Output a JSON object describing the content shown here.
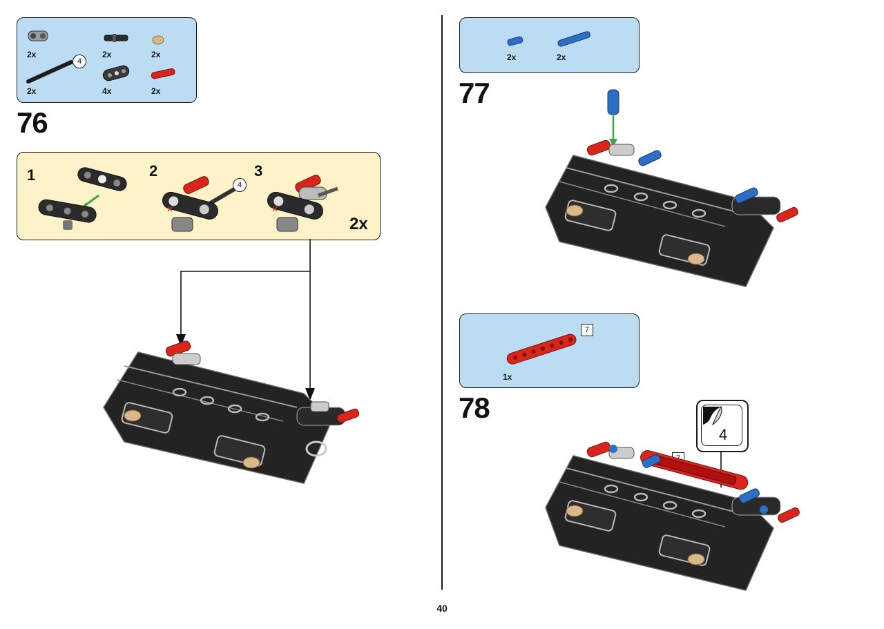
{
  "page_number": "40",
  "steps": {
    "s76": {
      "number": "76",
      "parts": [
        {
          "qty": "2x",
          "icon": "axle-connector-icon"
        },
        {
          "qty": "2x",
          "icon": "pin-with-axle-icon"
        },
        {
          "qty": "2x",
          "icon": "round-tile-icon"
        },
        {
          "qty": "2x",
          "icon": "axle-4-icon",
          "length": "4"
        },
        {
          "qty": "4x",
          "icon": "liftarm-3-icon"
        },
        {
          "qty": "2x",
          "icon": "red-axle-pin-icon"
        }
      ],
      "sub": {
        "s1": "1",
        "s2": "2",
        "s2_length": "4",
        "s3": "3",
        "multiplier": "2x"
      }
    },
    "s77": {
      "number": "77",
      "parts": [
        {
          "qty": "2x",
          "icon": "blue-pin-icon"
        },
        {
          "qty": "2x",
          "icon": "blue-long-pin-icon"
        }
      ]
    },
    "s78": {
      "number": "78",
      "parts": [
        {
          "qty": "1x",
          "icon": "red-beam-7-icon",
          "length": "7"
        }
      ],
      "beam_length": "7",
      "sticker_count": "4"
    }
  },
  "colors": {
    "parts_box": "#bcdcf4",
    "sub_box": "#fdf2c8",
    "dark_part": "#2b2b2b",
    "red_part": "#d8261c",
    "blue_part": "#2e6fc4",
    "tan_part": "#d9b98a",
    "grey_part": "#bfbfbf",
    "arrow_green": "#3fa34d"
  }
}
